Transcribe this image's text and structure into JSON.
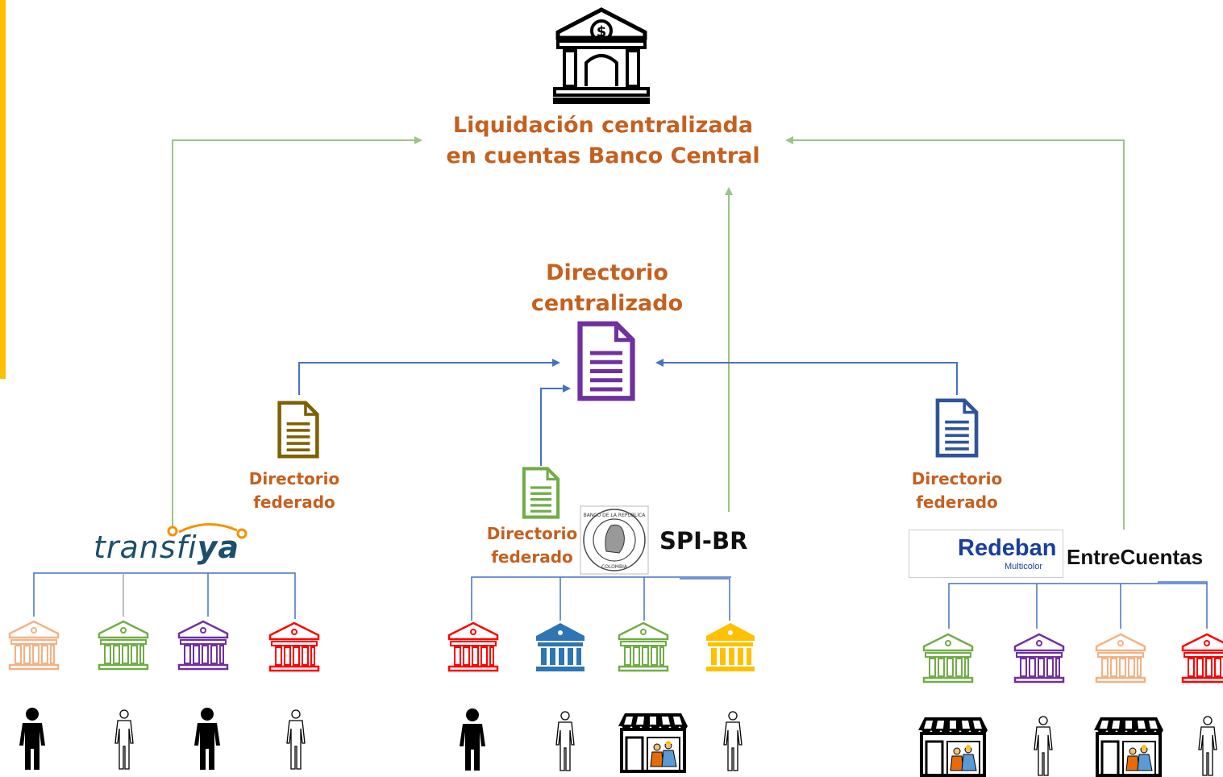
{
  "central": {
    "title_line1": "Liquidación centralizada",
    "title_line2": "en cuentas Banco Central"
  },
  "directorio_centralizado": {
    "line1": "Directorio",
    "line2": "centralizado"
  },
  "federado_left": {
    "line1": "Directorio",
    "line2": "federado"
  },
  "federado_center": {
    "line1": "Directorio",
    "line2": "federado"
  },
  "federado_right": {
    "line1": "Directorio",
    "line2": "federado"
  },
  "systems": {
    "transfiya": {
      "prefix": "transfi",
      "suffix": "ya"
    },
    "spi": {
      "label": "SPI-BR",
      "seal_text": "BANCO DE LA REPÚBLICA · COLOMBIA"
    },
    "redeban": {
      "brand": "Redeban",
      "sub": "Multicolor",
      "label": "EntreCuentas"
    }
  },
  "icons": {
    "central_bank": "bank-dollar-icon",
    "central_doc": "document-icon",
    "bank": "bank-icon",
    "person": "person-icon",
    "store": "store-icon"
  },
  "colors": {
    "label_orange": "#C5601F",
    "green_arrow": "#9BC484",
    "blue_arrow": "#4472C4",
    "doc_purple": "#7030A0",
    "doc_brown": "#7F6000",
    "doc_green": "#70AD47",
    "doc_blue": "#2F5597",
    "bank_orange": "#F4B183",
    "bank_green": "#70AD47",
    "bank_purple": "#7030A0",
    "bank_red": "#FF0000",
    "bank_blue": "#2E75B6",
    "bank_yellow": "#FFC000",
    "yellow_bar": "#FFC000"
  }
}
